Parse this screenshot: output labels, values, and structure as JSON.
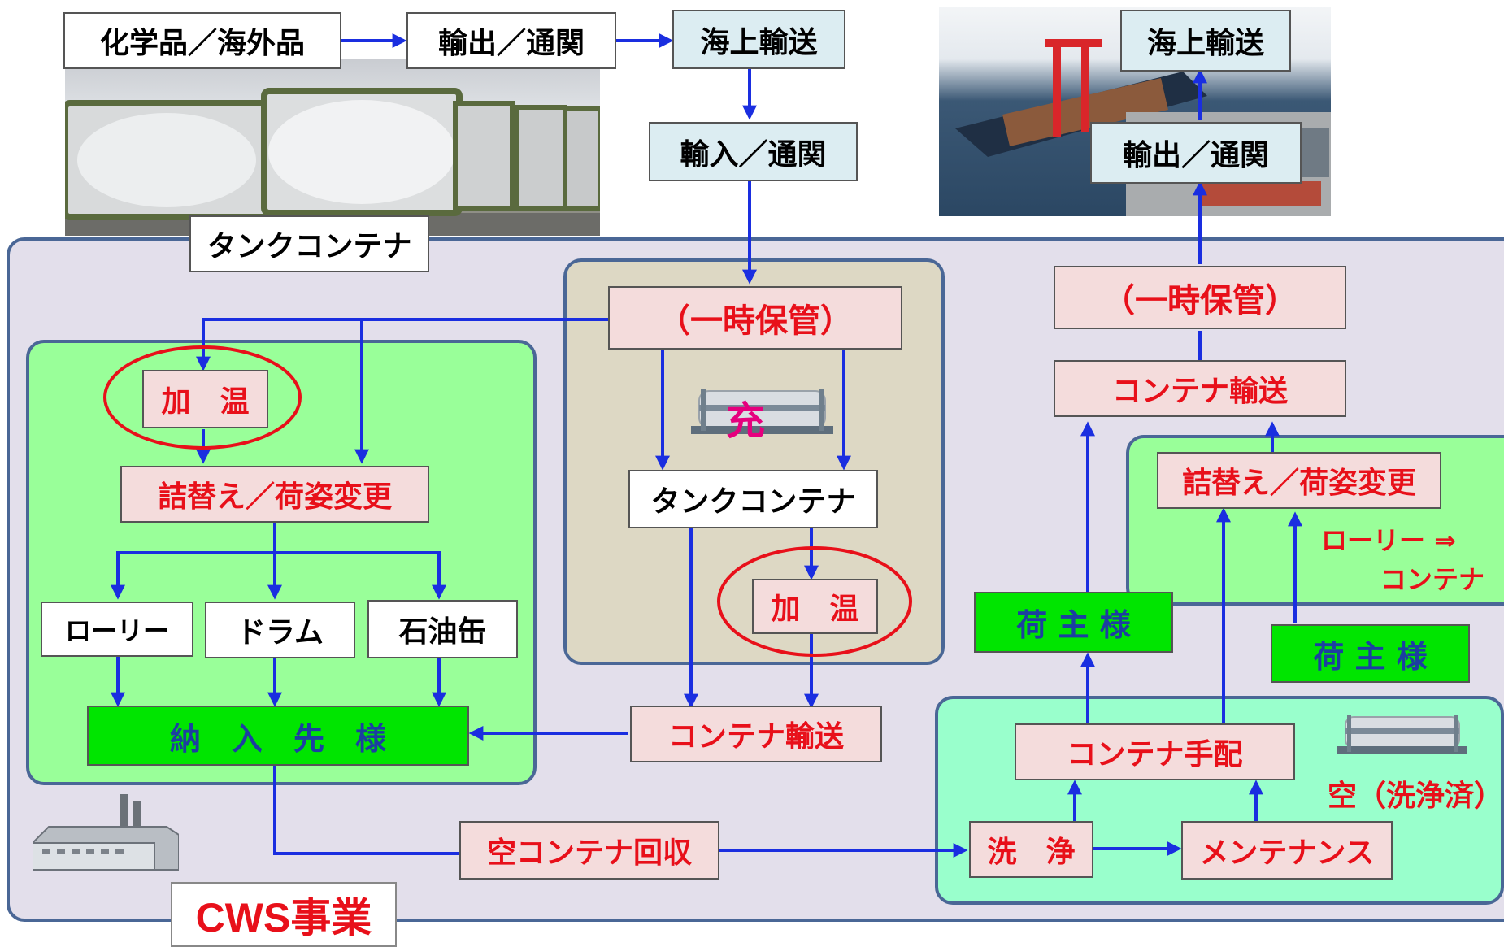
{
  "colors": {
    "arrow": "#1a2ee0",
    "accent_red": "#e8101a",
    "cws_region": "#e3dfeb",
    "customer_region": "#99ff99",
    "storage_region": "#ddd8c4",
    "shipper_region": "#99ff99",
    "cleaning_region": "#99ffcc",
    "region_border": "#4a6796",
    "green_box": "#00e500",
    "pink_box": "#f4dcdc",
    "light_blue_box": "#dcedf2"
  },
  "icons": {
    "tank_container_full": "tank-container-icon",
    "tank_container_empty": "tank-container-icon",
    "factory": "factory-icon",
    "tank_photo": "tank-container-photo",
    "port_photo": "container-port-photo"
  },
  "top_flow": {
    "chemicals": "化学品／海外品",
    "export_customs": "輸出／通関",
    "sea_transport": "海上輸送",
    "import_customs": "輸入／通関",
    "tank_container_caption": "タンクコンテナ"
  },
  "export_flow": {
    "sea_transport": "海上輸送",
    "export_customs": "輸出／通関",
    "temp_storage": "（一時保管）",
    "container_transport": "コンテナ輸送"
  },
  "storage": {
    "temp_storage": "（一時保管）",
    "full_mark": "充",
    "tank_container": "タンクコンテナ",
    "heating": "加　温",
    "container_transport": "コンテナ輸送"
  },
  "customer": {
    "heating": "加　温",
    "repack": "詰替え／荷姿変更",
    "lorry": "ローリー",
    "drum": "ドラム",
    "can": "石油缶",
    "delivery_destination": "納　入　先　様"
  },
  "shipper_area": {
    "repack": "詰替え／荷姿変更",
    "lorry_to_container_line1": "ローリー ⇒",
    "lorry_to_container_line2": "コンテナ",
    "shipper_left": "荷 主 様",
    "shipper_right": "荷 主 様"
  },
  "cleaning_area": {
    "container_arrange": "コンテナ手配",
    "empty_cleaned": "空（洗浄済）",
    "wash": "洗　浄",
    "maintenance": "メンテナンス"
  },
  "empty_collection": "空コンテナ回収",
  "cws_label": "CWS事業"
}
